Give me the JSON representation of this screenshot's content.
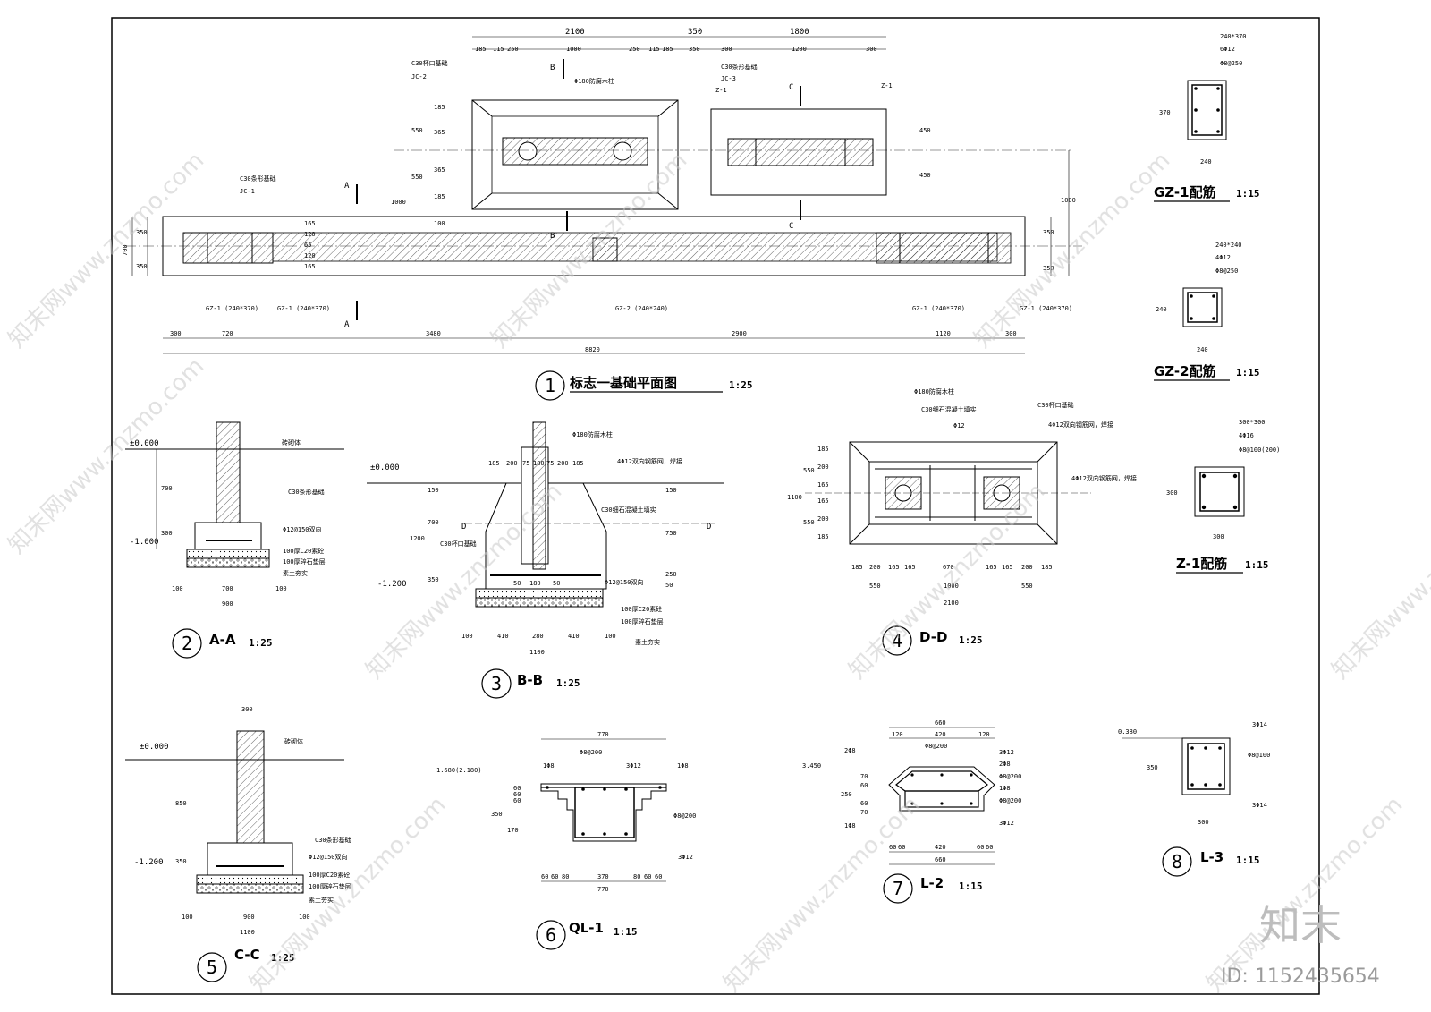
{
  "plan": {
    "title": "标志一基础平面图",
    "scale": "1:25",
    "num": "1",
    "section_a": "A",
    "section_b": "B",
    "section_c": "C",
    "jc1_label": "C30条形基础",
    "jc1_code": "JC-1",
    "jc2_label": "C30杯口基础",
    "jc2_code": "JC-2",
    "jc3_label": "C30条形基础",
    "jc3_code": "JC-3",
    "z1_left": "Z-1",
    "z1_right": "Z-1",
    "post_label": "Φ180防腐木柱",
    "gz1_a": "GZ-1 (240*370)",
    "gz1_b": "GZ-1 (240*370)",
    "gz2": "GZ-2 (240*240)",
    "gz1_c": "GZ-1 (240*370)",
    "gz1_d": "GZ-1 (240*370)",
    "top_dims": [
      "2100",
      "350",
      "1800"
    ],
    "top_sub_dims": [
      "185",
      "115",
      "250",
      "1000",
      "250",
      "115",
      "185",
      "350",
      "300",
      "1200",
      "300"
    ],
    "left_dims": [
      "700",
      "350",
      "350"
    ],
    "inner_dims": [
      "165",
      "120",
      "65",
      "120",
      "165"
    ],
    "jc2_dims": [
      "550",
      "550",
      "185",
      "365",
      "365",
      "185",
      "1000",
      "100"
    ],
    "jc3_dims": [
      "450",
      "450"
    ],
    "right_dims": [
      "1000",
      "350",
      "350"
    ],
    "bottom_dims": [
      "300",
      "720",
      "3480",
      "2900",
      "1120",
      "300"
    ],
    "total": "8820"
  },
  "aa": {
    "title": "A-A",
    "scale": "1:25",
    "num": "2",
    "level0": "±0.000",
    "level1": "-1.000",
    "wall": "砖砌体",
    "found": "C30条形基础",
    "rebar": "Φ12@150双向",
    "c20": "100厚C20素砼",
    "gravel": "100厚碎石垫层",
    "soil": "素土夯实",
    "dims": [
      "700",
      "300",
      "100",
      "700",
      "100",
      "900"
    ]
  },
  "bb": {
    "title": "B-B",
    "scale": "1:25",
    "num": "3",
    "level0": "±0.000",
    "level1": "-1.200",
    "post": "Φ180防腐木柱",
    "rebar_top": "4Φ12双向钢筋网，焊接",
    "fill": "C30细石混凝土填实",
    "found": "C30杯口基础",
    "rebar": "Φ12@150双向",
    "c20": "100厚C20素砼",
    "gravel": "100厚碎石垫层",
    "soil": "素土夯实",
    "sec": "D",
    "top_dims": [
      "185",
      "200",
      "75",
      "180",
      "75",
      "200",
      "185"
    ],
    "mid_dims": [
      "50",
      "180",
      "50"
    ],
    "left_dims": [
      "150",
      "1200",
      "700",
      "350"
    ],
    "right_dims": [
      "150",
      "750",
      "250",
      "50"
    ],
    "bottom_dims": [
      "100",
      "410",
      "280",
      "410",
      "100",
      "1100"
    ]
  },
  "dd": {
    "title": "D-D",
    "scale": "1:25",
    "num": "4",
    "post": "Φ180防腐木柱",
    "fill": "C30细石混凝土填实",
    "rebar": "Φ12",
    "found": "C30杯口基础",
    "mesh1": "4Φ12双向钢筋网，焊接",
    "mesh2": "4Φ12双向钢筋网，焊接",
    "left_dims": [
      "1100",
      "550",
      "550",
      "185",
      "200",
      "165",
      "165",
      "200",
      "185"
    ],
    "bottom_dims": [
      "185",
      "200",
      "165",
      "165",
      "670",
      "165",
      "165",
      "200",
      "185"
    ],
    "bottom2": [
      "550",
      "1000",
      "550"
    ],
    "total": "2100"
  },
  "cc": {
    "title": "C-C",
    "scale": "1:25",
    "num": "5",
    "level0": "±0.000",
    "level1": "-1.200",
    "wall": "砖砌体",
    "found": "C30条形基础",
    "rebar": "Φ12@150双向",
    "c20": "100厚C20素砼",
    "gravel": "100厚碎石垫层",
    "soil": "素土夯实",
    "dims": [
      "300",
      "850",
      "350",
      "100",
      "900",
      "100",
      "1100"
    ]
  },
  "ql1": {
    "title": "QL-1",
    "scale": "1:15",
    "num": "6",
    "level": "1.680(2.180)",
    "r1": "1Φ8",
    "r2": "Φ8@200",
    "r3": "3Φ12",
    "r4": "1Φ8",
    "r5": "Φ8@200",
    "r6": "3Φ12",
    "left_dims": [
      "60",
      "60",
      "60",
      "350",
      "170"
    ],
    "top": "770",
    "bottom_dims": [
      "60",
      "60",
      "80",
      "370",
      "80",
      "60",
      "60"
    ],
    "total": "770"
  },
  "l2": {
    "title": "L-2",
    "scale": "1:15",
    "num": "7",
    "level": "3.450",
    "top": "660",
    "top_dims": [
      "120",
      "420",
      "120"
    ],
    "r_stirrup": "Φ8@200",
    "r1": "2Φ8",
    "r2": "3Φ12",
    "r3": "2Φ8",
    "r4": "Φ8@200",
    "r5": "1Φ8",
    "r6": "Φ8@200",
    "r7": "3Φ12",
    "r8": "1Φ8",
    "left_dims": [
      "70",
      "60",
      "250",
      "60",
      "70"
    ],
    "bottom_dims": [
      "60",
      "60",
      "420",
      "60",
      "60"
    ],
    "total": "660"
  },
  "l3": {
    "title": "L-3",
    "scale": "1:15",
    "num": "8",
    "level": "0.380",
    "top": "3Φ14",
    "stirrup": "Φ8@100",
    "bottom": "3Φ14",
    "h": "350",
    "w": "300"
  },
  "gz1": {
    "title": "GZ-1配筋",
    "scale": "1:15",
    "size": "240*370",
    "main": "6Φ12",
    "stirrup": "Φ8@250",
    "h": "370",
    "w": "240"
  },
  "gz2": {
    "title": "GZ-2配筋",
    "scale": "1:15",
    "size": "240*240",
    "main": "4Φ12",
    "stirrup": "Φ8@250",
    "h": "240",
    "w": "240"
  },
  "z1": {
    "title": "Z-1配筋",
    "scale": "1:15",
    "size": "300*300",
    "main": "4Φ16",
    "stirrup": "Φ8@100(200)",
    "h": "300",
    "w": "300"
  },
  "watermark": {
    "text": "知末网www.znzmo.com",
    "logo": "知末",
    "id": "ID: 1152435654"
  }
}
